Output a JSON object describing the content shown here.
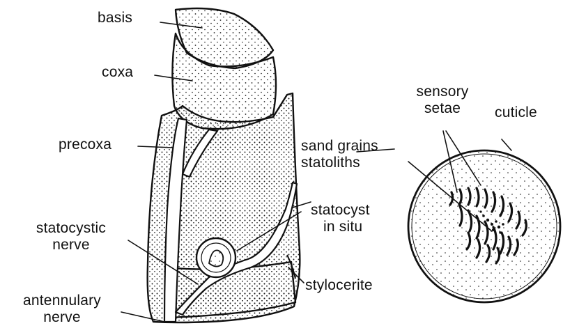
{
  "labels": {
    "basis": "basis",
    "coxa": "coxa",
    "precoxa": "precoxa",
    "statocystic_nerve": [
      "statocystic",
      "nerve"
    ],
    "antennulary_nerve": [
      "antennulary",
      "nerve"
    ],
    "sand_grains_statoliths": [
      "sand grains",
      "statoliths"
    ],
    "statocyst_in_situ": [
      "statocyst",
      "in situ"
    ],
    "stylocerite": "stylocerite",
    "sensory_setae": [
      "sensory",
      "setae"
    ],
    "cuticle": "cuticle"
  },
  "colors": {
    "ink": "#111111",
    "paper": "#ffffff",
    "stipple": "#1a1a1a"
  }
}
